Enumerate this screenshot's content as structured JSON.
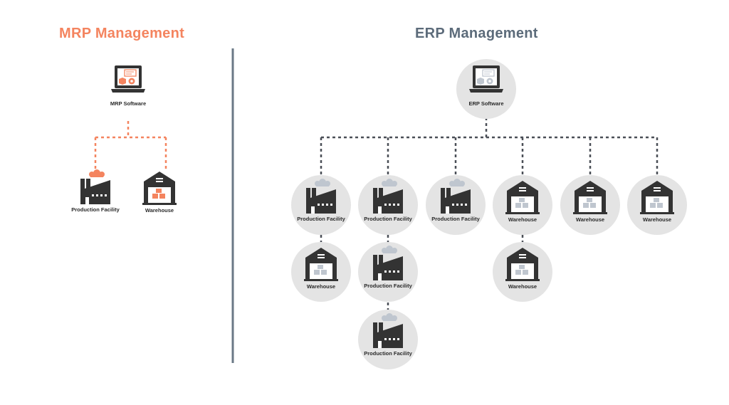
{
  "mrp": {
    "title": "MRP Management",
    "software_label": "MRP Software",
    "nodes": [
      {
        "label": "Production Facility",
        "type": "factory"
      },
      {
        "label": "Warehouse",
        "type": "warehouse"
      }
    ]
  },
  "erp": {
    "title": "ERP Management",
    "software_label": "ERP Software",
    "branches": [
      {
        "label": "Production Facility",
        "type": "factory",
        "children": [
          {
            "label": "Warehouse",
            "type": "warehouse"
          }
        ]
      },
      {
        "label": "Production Facility",
        "type": "factory",
        "children": [
          {
            "label": "Production Facility",
            "type": "factory"
          },
          {
            "label": "Production Facility",
            "type": "factory"
          }
        ]
      },
      {
        "label": "Production Facility",
        "type": "factory",
        "children": []
      },
      {
        "label": "Warehouse",
        "type": "warehouse",
        "children": [
          {
            "label": "Warehouse",
            "type": "warehouse"
          }
        ]
      },
      {
        "label": "Warehouse",
        "type": "warehouse",
        "children": []
      },
      {
        "label": "Warehouse",
        "type": "warehouse",
        "children": []
      }
    ]
  },
  "colors": {
    "mrp_accent": "#f4845f",
    "erp_accent": "#5c6b7a",
    "divider": "#6a7886",
    "icon_dark": "#333333",
    "icon_light": "#bfc6cf",
    "node_bg": "#e4e4e4",
    "connector": "#4a4f57"
  },
  "icons": [
    "laptop-software-icon",
    "factory-icon",
    "warehouse-icon"
  ]
}
